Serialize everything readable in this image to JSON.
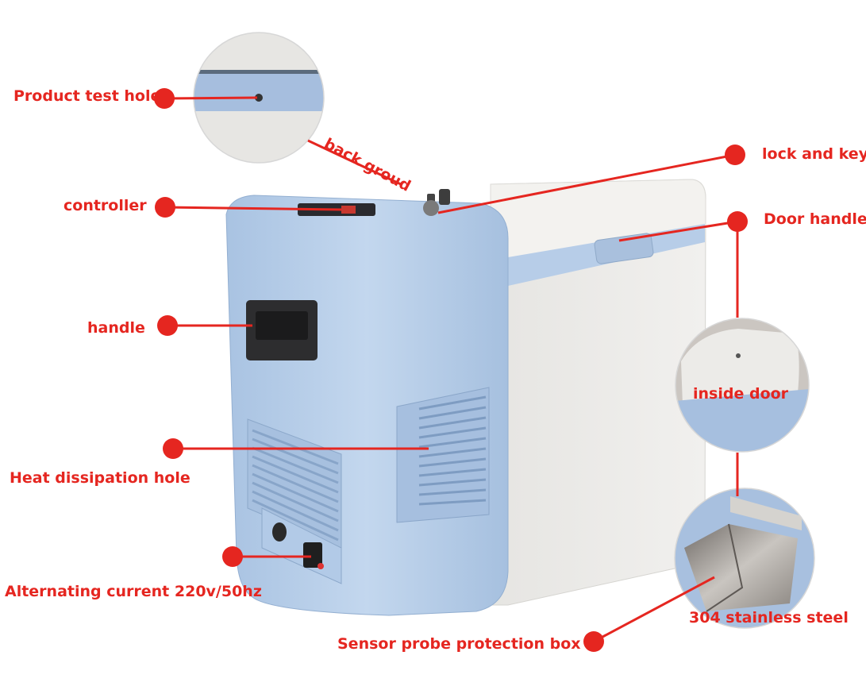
{
  "labels": {
    "product_test_hole": "Product test hole",
    "back_groud": "back groud",
    "controller": "controller",
    "lock_and_key": "lock and key",
    "door_handle": "Door handle",
    "handle": "handle",
    "inside_door": "inside door",
    "heat_dissipation_hole": "Heat dissipation hole",
    "alternating_current": "Alternating current 220v/50hz",
    "stainless_steel": "304 stainless steel",
    "sensor_probe_box": "Sensor probe protection box"
  },
  "colors": {
    "annotation_red": "#e52620",
    "body_blue": "#b8cfe9",
    "lid_white": "#ecebe8",
    "background": "#ffffff"
  }
}
